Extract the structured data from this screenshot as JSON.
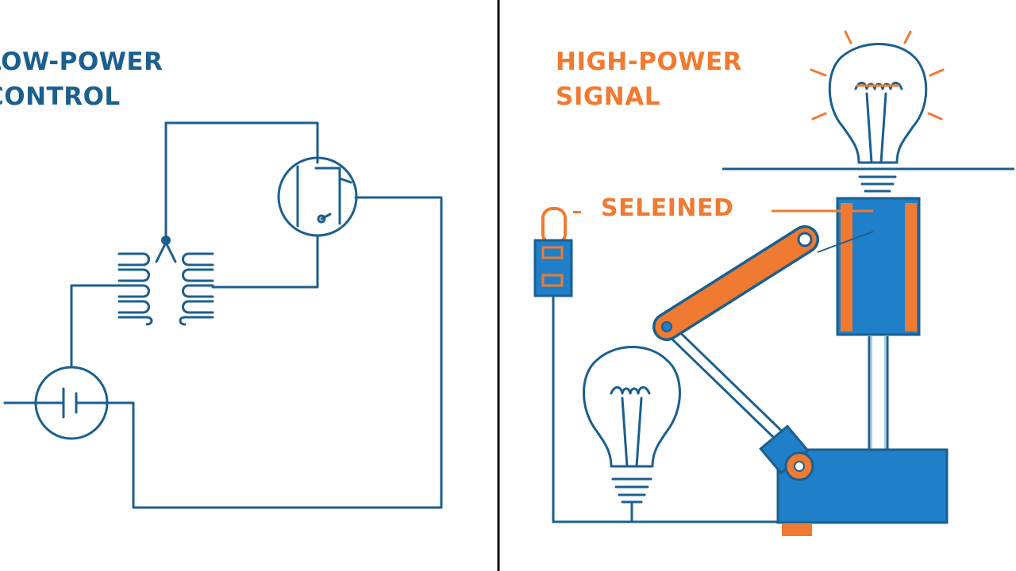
{
  "colors": {
    "blue": "#1b5f8f",
    "blue_fill": "#1f7fc8",
    "orange": "#f07a32",
    "divider": "#111111",
    "background": "#ffffff"
  },
  "left_panel": {
    "title_line1": "LOW-POWER",
    "title_line2": "CONTROL"
  },
  "right_panel": {
    "title_line1": "HIGH-POWER",
    "title_line2": "SIGNAL",
    "solenoid_label": "SELEINED"
  },
  "icons": [
    "battery-icon",
    "transformer-icon",
    "switch-icon",
    "light-bulb-icon",
    "plug-icon",
    "solenoid-icon",
    "lever-arm-icon",
    "motor-block-icon"
  ]
}
